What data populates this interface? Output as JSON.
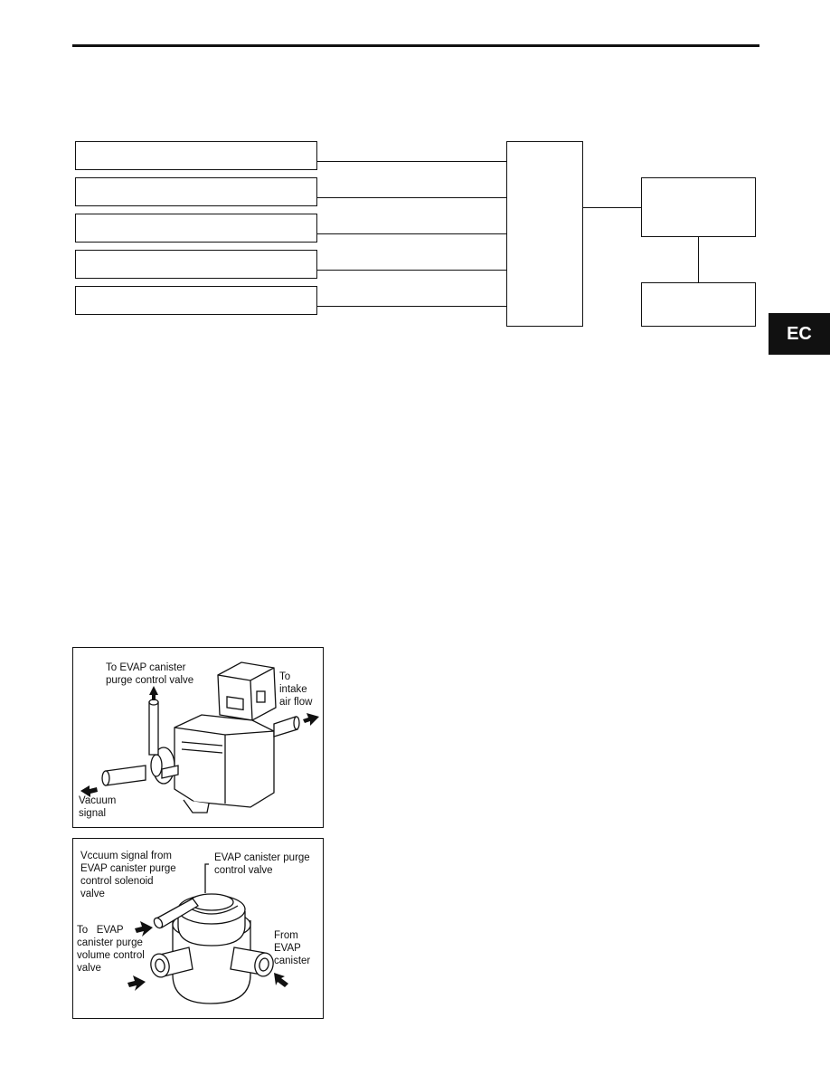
{
  "header": {},
  "side_tab": {
    "label": "EC"
  },
  "block_diagram": {
    "input_boxes": [
      "",
      "",
      "",
      "",
      ""
    ],
    "center_box": "",
    "right_box_top": "",
    "right_box_bottom": ""
  },
  "figure_solenoid": {
    "label_to_purge_valve": "To EVAP canister\npurge control valve",
    "label_to_intake": "To\nintake\nair flow",
    "label_vacuum_signal": "Vacuum\nsignal"
  },
  "figure_control_valve": {
    "label_vacuum_signal_from": "Vccuum signal from\nEVAP canister purge\ncontrol solenoid\nvalve",
    "label_valve_name": "EVAP canister purge\ncontrol valve",
    "label_to_volume_valve": "To   EVAP\ncanister purge\nvolume control\nvalve",
    "label_from_canister": "From\nEVAP\ncanister"
  }
}
